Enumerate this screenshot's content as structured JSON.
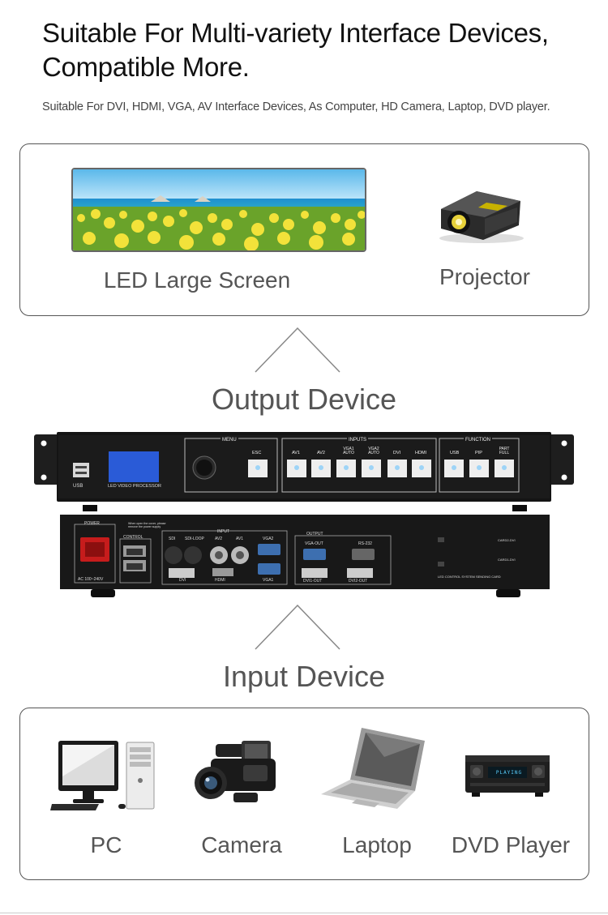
{
  "header": {
    "title_line1": "Suitable For Multi-variety Interface Devices,",
    "title_line2": "Compatible More.",
    "subtitle": "Suitable For DVI, HDMI, VGA, AV Interface Devices, As Computer, HD Camera, Laptop, DVD player."
  },
  "output_section": {
    "label": "Output Device",
    "devices": [
      {
        "label": "LED Large Screen",
        "icon": "led-screen-icon"
      },
      {
        "label": "Projector",
        "icon": "projector-icon"
      }
    ]
  },
  "processor": {
    "front": {
      "usb": "USB",
      "model_label": "LED VIDEO PROCESSOR",
      "menu_group": "MENU",
      "esc": "ESC",
      "inputs_group": "INPUTS",
      "input_buttons": [
        "AV1",
        "AV2",
        "VGA1 AUTO",
        "VGA2 AUTO",
        "DVI",
        "HDMI"
      ],
      "function_group": "FUNCTION",
      "function_buttons": [
        "USB",
        "PIP",
        "PART FULL"
      ]
    },
    "back": {
      "power": "POWER",
      "power_spec": "AC 100~240V",
      "warning": "When open the cover, please remove the power supply",
      "control": "CONTROL",
      "input_group": "INPUT",
      "input_ports": [
        "SDI",
        "SDI-LOOP",
        "AV2",
        "AV1",
        "VGA2",
        "DVI",
        "HDMI",
        "VGA1"
      ],
      "output_group": "OUTPUT",
      "output_ports": [
        "VGA-OUT",
        "RS-232",
        "DVI1-OUT",
        "DVI2-OUT"
      ],
      "card_label": "LED CONTROL SYSTEM SENDING CARD",
      "card_ports": [
        "CARD2-DVI",
        "CARD1-DVI"
      ]
    }
  },
  "input_section": {
    "label": "Input Device",
    "devices": [
      {
        "label": "PC",
        "icon": "pc-icon"
      },
      {
        "label": "Camera",
        "icon": "camera-icon"
      },
      {
        "label": "Laptop",
        "icon": "laptop-icon"
      },
      {
        "label": "DVD Player",
        "icon": "dvd-player-icon",
        "display_text": "PLAYING"
      }
    ]
  },
  "colors": {
    "lcd_blue": "#2a5bd7",
    "chassis": "#1c1c1c",
    "label_gray": "#555555"
  }
}
